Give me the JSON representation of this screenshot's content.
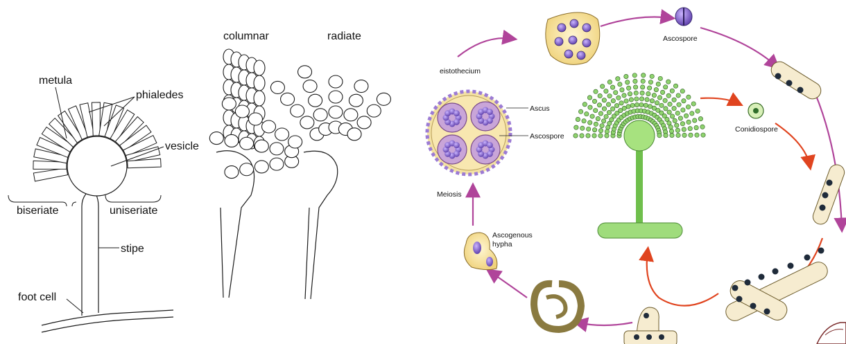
{
  "labels": {
    "metula": "metula",
    "phialedes": "phialedes",
    "vesicle": "vesicle",
    "biseriate": "biseriate",
    "uniseriate": "uniseriate",
    "stipe": "stipe",
    "foot_cell": "foot cell",
    "columnar": "columnar",
    "radiate": "radiate"
  },
  "lifecycle": {
    "cleistothecium": "eistothecium",
    "ascus": "Ascus",
    "ascospore_inner": "Ascospore",
    "ascospore_top": "Ascospore",
    "conidiospore": "Conidiospore",
    "meiosis": "Meiosis",
    "ascogenous_1": "Ascogenous",
    "ascogenous_2": "hypha"
  },
  "colors": {
    "line": "#1a1a1a",
    "purple_arrow": "#b0449a",
    "red_arrow": "#e0441f",
    "cell_yellow": "#f6e3a0",
    "spore_purple": "#7b5cc2",
    "green_hypha": "#8fd36e",
    "dark_spore": "#1f2b3a"
  }
}
